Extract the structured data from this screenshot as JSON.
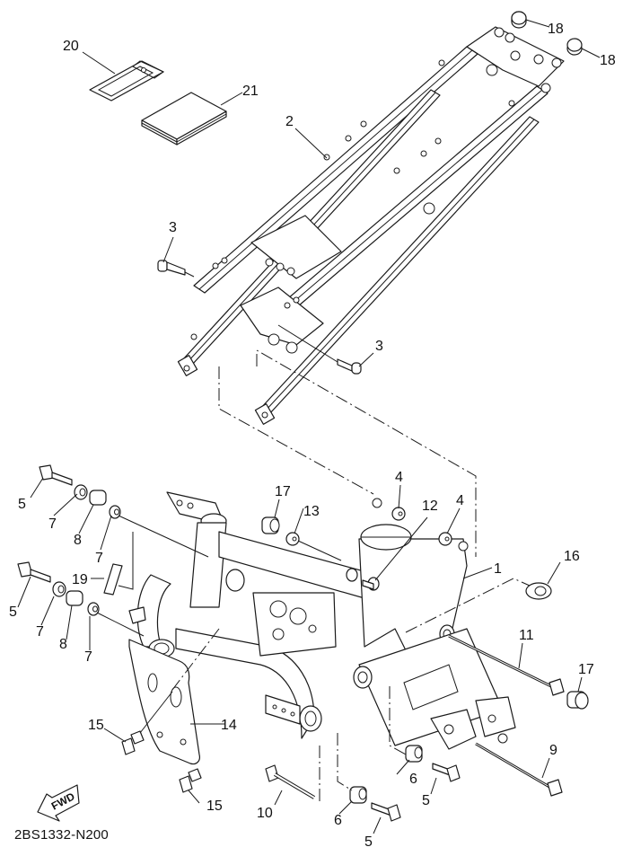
{
  "diagram": {
    "title": "Frame",
    "reference_code": "2BS1332-N200",
    "direction_indicator": "FWD",
    "callouts": [
      {
        "id": "c1",
        "label": "1"
      },
      {
        "id": "c2",
        "label": "2"
      },
      {
        "id": "c3a",
        "label": "3"
      },
      {
        "id": "c3b",
        "label": "3"
      },
      {
        "id": "c4a",
        "label": "4"
      },
      {
        "id": "c4b",
        "label": "4"
      },
      {
        "id": "c5a",
        "label": "5"
      },
      {
        "id": "c5b",
        "label": "5"
      },
      {
        "id": "c5c",
        "label": "5"
      },
      {
        "id": "c5d",
        "label": "5"
      },
      {
        "id": "c6a",
        "label": "6"
      },
      {
        "id": "c6b",
        "label": "6"
      },
      {
        "id": "c7a",
        "label": "7"
      },
      {
        "id": "c7b",
        "label": "7"
      },
      {
        "id": "c7c",
        "label": "7"
      },
      {
        "id": "c7d",
        "label": "7"
      },
      {
        "id": "c8a",
        "label": "8"
      },
      {
        "id": "c8b",
        "label": "8"
      },
      {
        "id": "c9",
        "label": "9"
      },
      {
        "id": "c10",
        "label": "10"
      },
      {
        "id": "c11",
        "label": "11"
      },
      {
        "id": "c12",
        "label": "12"
      },
      {
        "id": "c13",
        "label": "13"
      },
      {
        "id": "c14",
        "label": "14"
      },
      {
        "id": "c15a",
        "label": "15"
      },
      {
        "id": "c15b",
        "label": "15"
      },
      {
        "id": "c16",
        "label": "16"
      },
      {
        "id": "c17a",
        "label": "17"
      },
      {
        "id": "c17b",
        "label": "17"
      },
      {
        "id": "c18a",
        "label": "18"
      },
      {
        "id": "c18b",
        "label": "18"
      },
      {
        "id": "c19",
        "label": "19"
      },
      {
        "id": "c20",
        "label": "20"
      },
      {
        "id": "c21",
        "label": "21"
      }
    ],
    "parts": [
      {
        "number": "1",
        "name": "main-frame"
      },
      {
        "number": "2",
        "name": "rear-frame"
      },
      {
        "number": "3",
        "name": "rear-frame-bolt"
      },
      {
        "number": "4",
        "name": "nut"
      },
      {
        "number": "5",
        "name": "flange-bolt"
      },
      {
        "number": "6",
        "name": "collar"
      },
      {
        "number": "7",
        "name": "collar"
      },
      {
        "number": "8",
        "name": "collar"
      },
      {
        "number": "9",
        "name": "engine-mount-bolt"
      },
      {
        "number": "10",
        "name": "flange-bolt"
      },
      {
        "number": "11",
        "name": "pivot-shaft-bolt"
      },
      {
        "number": "12",
        "name": "adjusting-bolt"
      },
      {
        "number": "13",
        "name": "nut"
      },
      {
        "number": "14",
        "name": "bracket-plate"
      },
      {
        "number": "15",
        "name": "bolt"
      },
      {
        "number": "16",
        "name": "lock-washer"
      },
      {
        "number": "17",
        "name": "cap"
      },
      {
        "number": "18",
        "name": "cap"
      },
      {
        "number": "19",
        "name": "label"
      },
      {
        "number": "20",
        "name": "tool-case"
      },
      {
        "number": "21",
        "name": "owners-manual"
      }
    ]
  }
}
